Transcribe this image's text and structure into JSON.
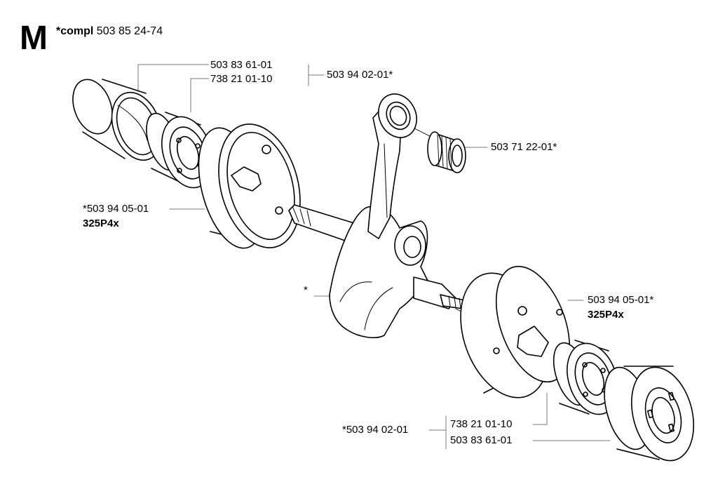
{
  "header": {
    "section_letter": "M",
    "compl_word": "*compl",
    "compl_number": "503 85 24-74"
  },
  "labels": {
    "bearing_housing_top": "503 83 61-01",
    "bearing_top": "738 21 01-10",
    "bearing_group_top": "503 94 02-01*",
    "needle_bearing": "503 71 22-01*",
    "half_case_left": "*503 94 05-01",
    "half_case_left_model": "325P4x",
    "crankshaft": "*",
    "half_case_right": "503 94 05-01*",
    "half_case_right_model": "325P4x",
    "bearing_group_bottom": "*503 94 02-01",
    "bearing_bottom": "738 21 01-10",
    "bearing_housing_bottom": "503 83 61-01"
  }
}
